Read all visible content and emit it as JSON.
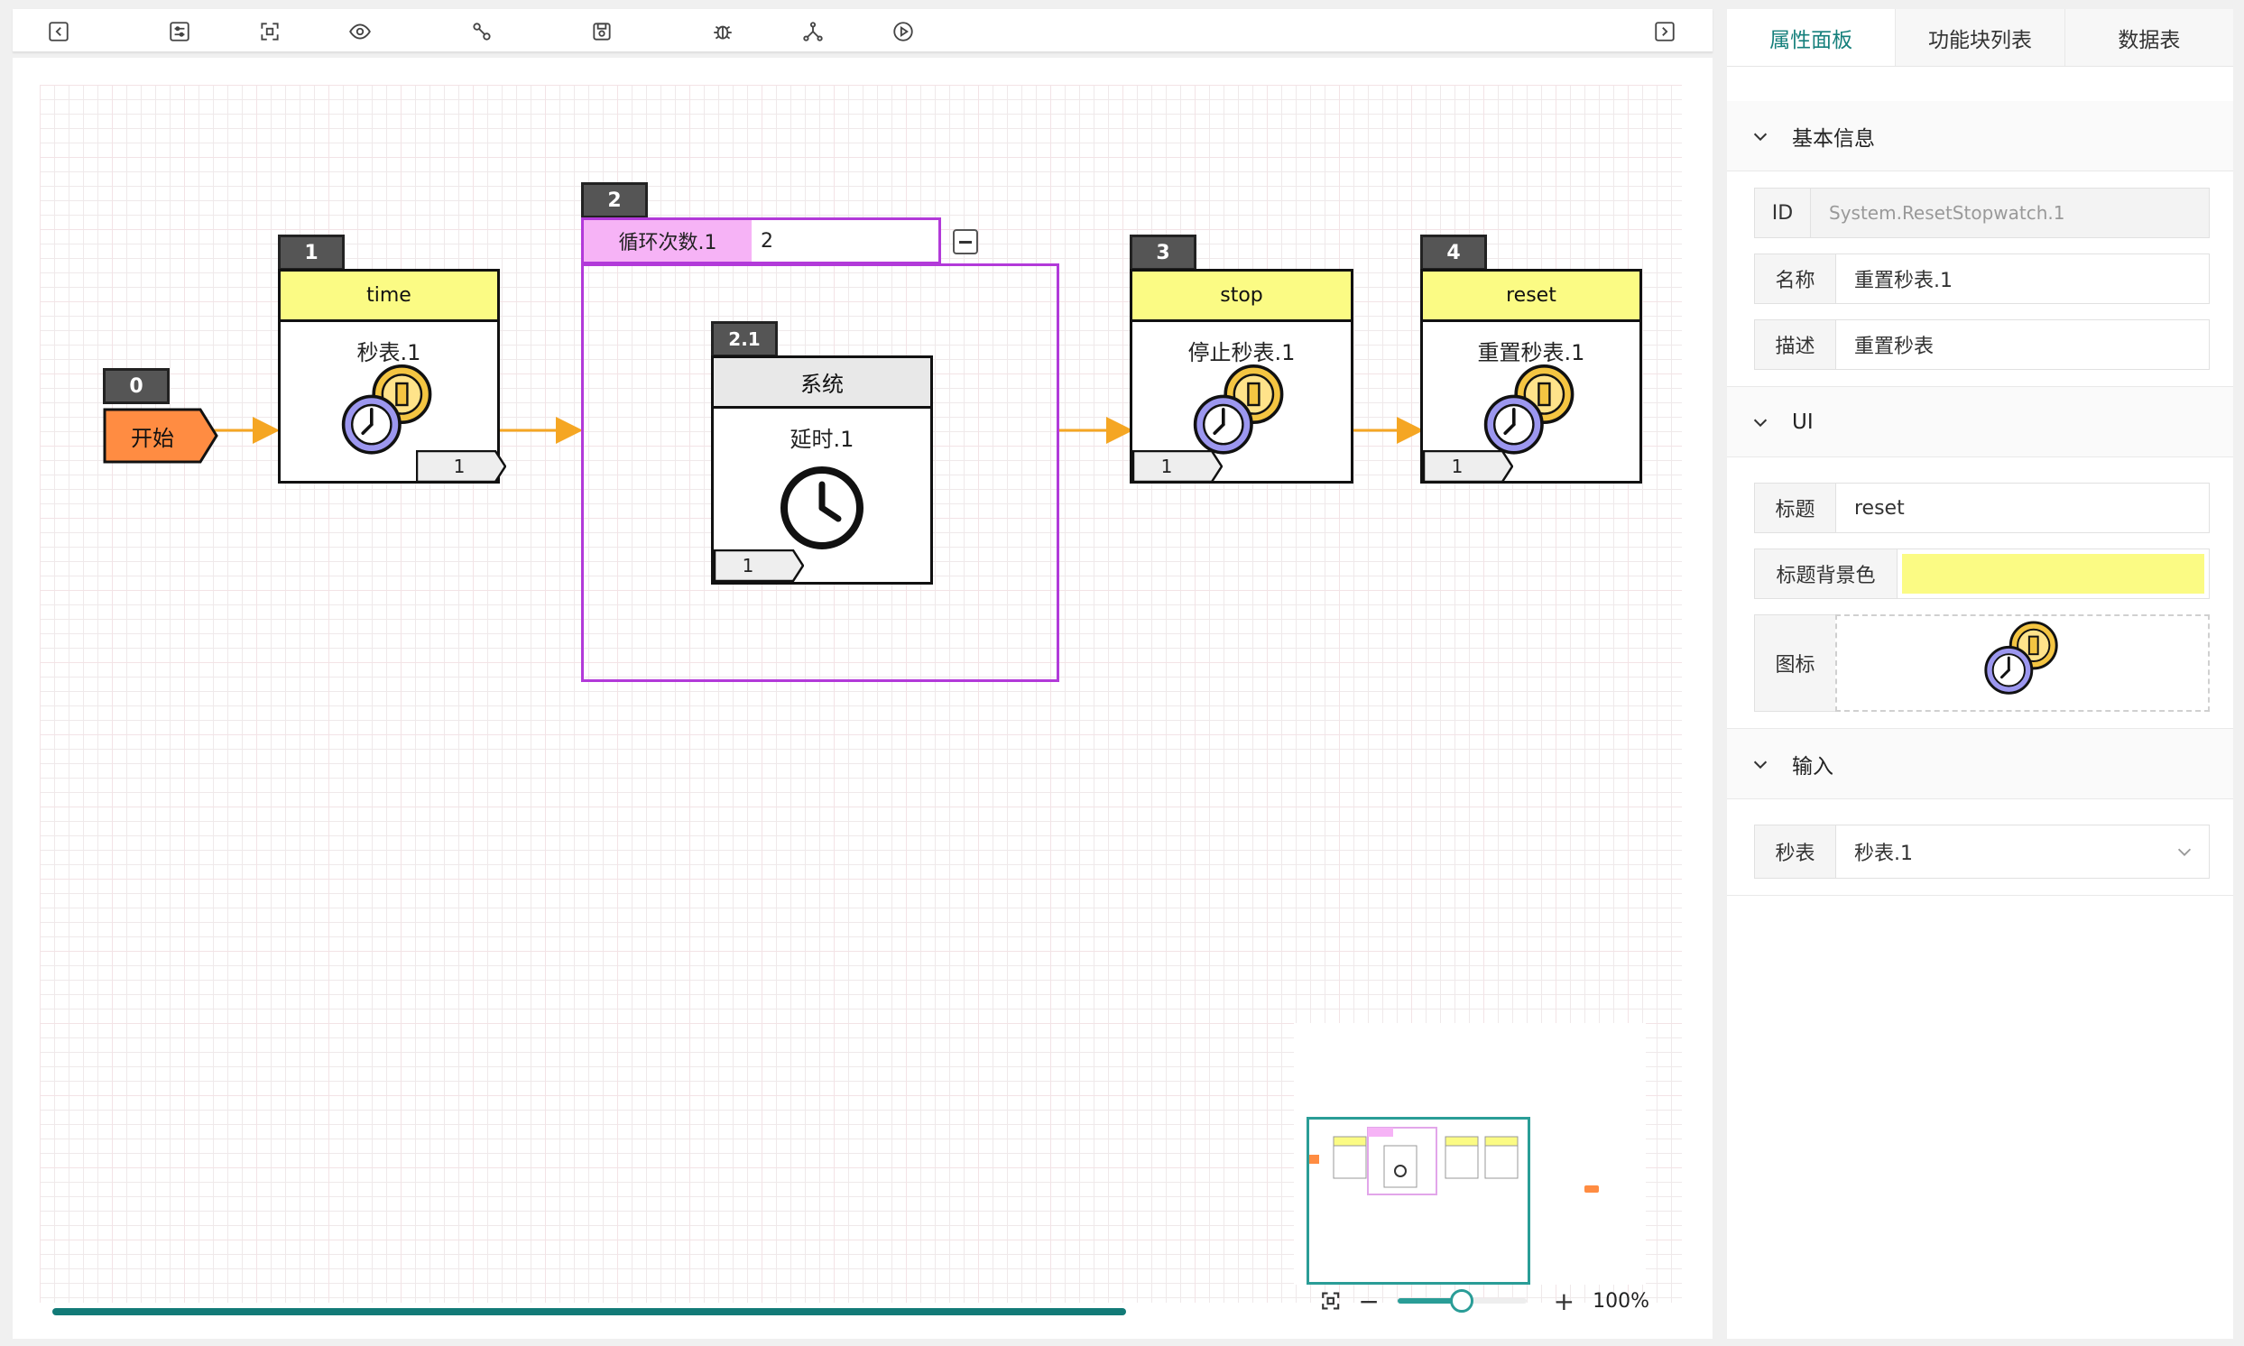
{
  "toolbar": {
    "buttons": [
      "collapse-left",
      "settings-sliders",
      "fit-view",
      "preview-eye",
      "link-nodes",
      "save",
      "debug-bug",
      "share-graph",
      "run-play",
      "collapse-right"
    ]
  },
  "flow": {
    "start": {
      "index": "0",
      "label": "开始",
      "color": "#ff8c42"
    },
    "nodes": [
      {
        "index": "1",
        "title": "time",
        "name": "秒表.1",
        "out": "1"
      },
      {
        "index": "3",
        "title": "stop",
        "name": "停止秒表.1",
        "out": "1"
      },
      {
        "index": "4",
        "title": "reset",
        "name": "重置秒表.1",
        "out": "1"
      }
    ],
    "loop": {
      "index": "2",
      "label": "循环次数.1",
      "value": "2",
      "color": "#b23ad9"
    },
    "inner": {
      "index": "2.1",
      "title": "系统",
      "name": "延时.1",
      "out": "1"
    },
    "arrow_color": "#f5a623"
  },
  "zoom": {
    "level": "100%",
    "slider_fraction": 0.5
  },
  "panel": {
    "tabs": [
      "属性面板",
      "功能块列表",
      "数据表"
    ],
    "active_tab": 0,
    "sections": {
      "basic": {
        "title": "基本信息",
        "id_label": "ID",
        "id_value": "System.ResetStopwatch.1",
        "name_label": "名称",
        "name_value": "重置秒表.1",
        "desc_label": "描述",
        "desc_value": "重置秒表"
      },
      "ui": {
        "title": "UI",
        "title_label": "标题",
        "title_value": "reset",
        "bg_label": "标题背景色",
        "bg_color": "#fbfb84",
        "icon_label": "图标",
        "icon_name": "stopwatch-coin-icon"
      },
      "input": {
        "title": "输入",
        "stopwatch_label": "秒表",
        "stopwatch_value": "秒表.1"
      }
    }
  },
  "colors": {
    "accent": "#16807c",
    "scrollbar": "#127a77"
  }
}
